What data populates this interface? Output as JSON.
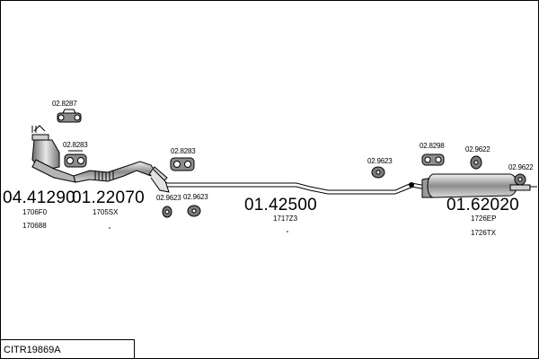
{
  "diagram_id": "CITR19869A",
  "parts": {
    "p1": {
      "code": "04.41290",
      "sub": "1706F0",
      "sub2": "170688"
    },
    "p2": {
      "code": "01.22070",
      "sub": "1705SX"
    },
    "p3": {
      "code": "01.42500",
      "sub": "1717Z3"
    },
    "p4": {
      "code": "01.62020",
      "sub": "1726EP",
      "sub2": "1726TX"
    }
  },
  "accessories": {
    "a1": "02.8287",
    "a2": "02.8283",
    "a3": "02.8283",
    "a4": "02.9623",
    "a5": "02.9623",
    "a6": "02.9623",
    "a7": "02.8298",
    "a8": "02.9622",
    "a9": "02.9622"
  },
  "colors": {
    "line": "#000000",
    "fill": "#ffffff",
    "shade": "#9a9a9a"
  }
}
